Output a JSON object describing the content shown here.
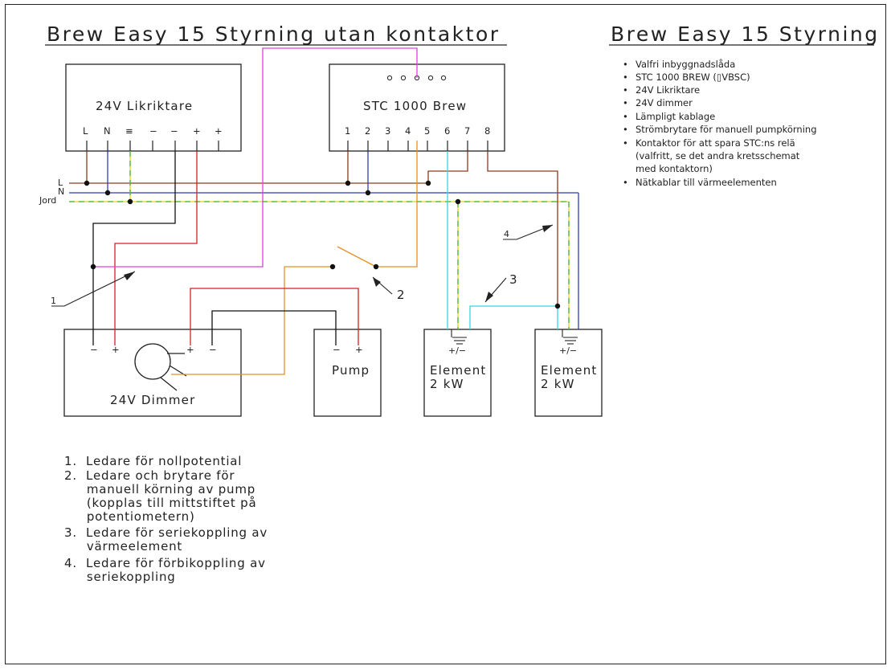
{
  "titles": {
    "left": "Brew Easy 15 Styrning utan kontaktor",
    "right": "Brew Easy 15 Styrning"
  },
  "parts_list": [
    "Valfri inbyggnadslåda",
    "STC 1000 BREW (▯VBSC)",
    "24V Likriktare",
    "24V dimmer",
    "Lämpligt kablage",
    "Strömbrytare för manuell pumpkörning",
    "Kontaktor för att spara STC:ns relä",
    "(valfritt, se det andra kretsschemat",
    "med kontaktorn)",
    "Nätkablar till värmeelementen"
  ],
  "parts_list_bullet_flags": [
    true,
    true,
    true,
    true,
    true,
    true,
    true,
    false,
    false,
    true
  ],
  "components": {
    "rectifier": {
      "label": "24V Likriktare",
      "terminals": [
        "L",
        "N",
        "≡",
        "−",
        "−",
        "+",
        "+"
      ]
    },
    "controller": {
      "label": "STC 1000 Brew",
      "terminals": [
        "1",
        "2",
        "3",
        "4",
        "5",
        "6",
        "7",
        "8"
      ]
    },
    "dimmer": {
      "label": "24V Dimmer",
      "terminals": [
        "−",
        "+",
        "+",
        "−"
      ]
    },
    "pump": {
      "label": "Pump",
      "terminals": [
        "−",
        "+"
      ]
    },
    "element_1": {
      "label_line1": "Element",
      "label_line2": "2 kW",
      "terminal": "+/−"
    },
    "element_2": {
      "label_line1": "Element",
      "label_line2": "2 kW",
      "terminal": "+/−"
    }
  },
  "bus_labels": [
    "L",
    "N",
    "Jord"
  ],
  "callouts": [
    "1",
    "2",
    "3",
    "4"
  ],
  "notes": [
    "1.  Ledare för nollpotential",
    "2.  Ledare och brytare för",
    "     manuell körning av pump",
    "     (kopplas till mittstiftet på",
    "     potentiometern)",
    "3.  Ledare för seriekoppling av",
    "     värmeelement",
    "4.  Ledare för förbikoppling av",
    "     seriekoppling"
  ],
  "wire_colors": {
    "line": "#8b3a1e",
    "neutral": "#2f3fb0",
    "earth_a": "#e8d21a",
    "earth_b": "#3fb83f",
    "black": "#111111",
    "red": "#d42020",
    "magenta": "#e040e0",
    "orange": "#e89020",
    "cyan": "#30d8e0",
    "brown": "#8b3a1e"
  }
}
